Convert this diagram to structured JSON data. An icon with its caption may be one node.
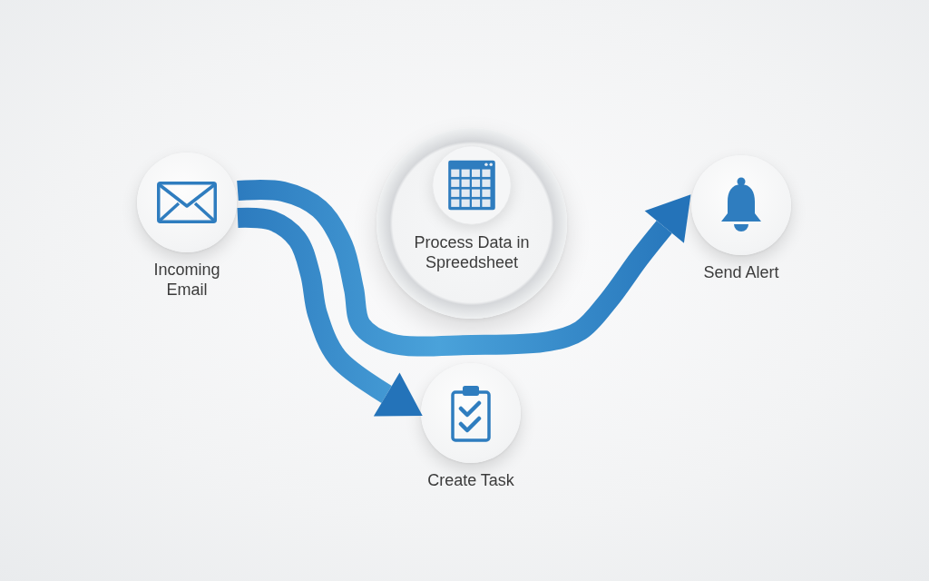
{
  "diagram": {
    "nodes": [
      {
        "text": [
          "Incoming Email"
        ]
      },
      {
        "text": [
          "Process Data in Spreedsheet"
        ]
      },
      {
        "text": [
          "Send Alert"
        ]
      },
      {
        "text": [
          "Create Task"
        ]
      }
    ],
    "edges": [
      {
        "from": 0,
        "to": 2,
        "arrow": "to"
      },
      {
        "from": 0,
        "to": 3,
        "arrow": "to"
      }
    ]
  }
}
